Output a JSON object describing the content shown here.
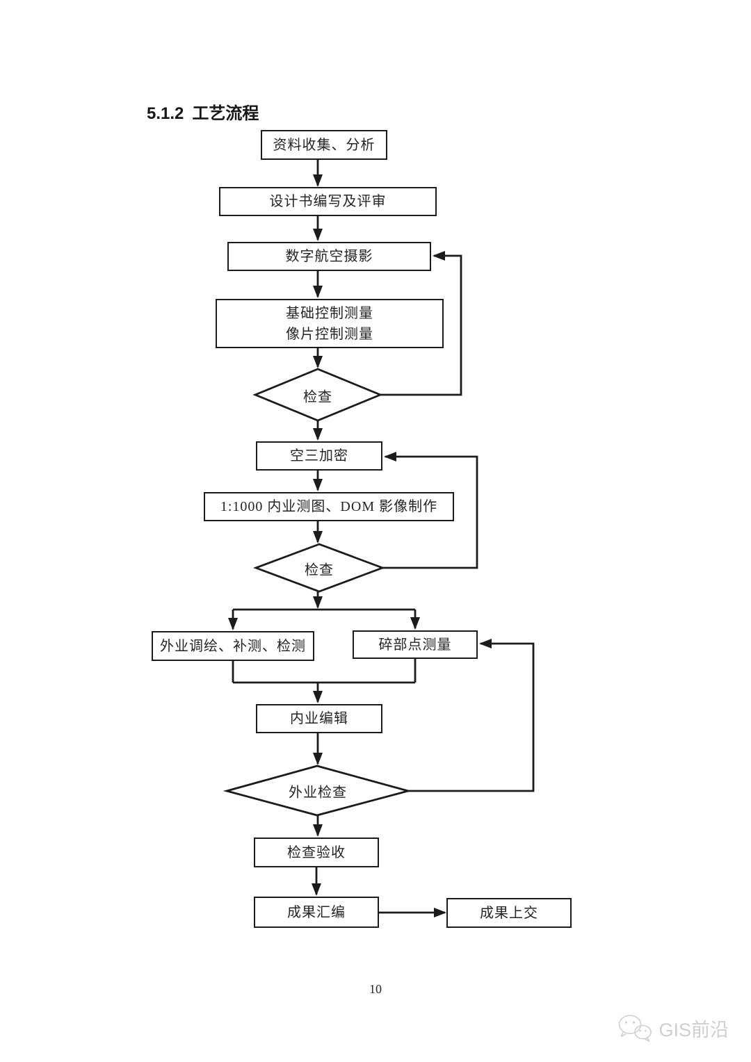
{
  "page": {
    "section_number": "5.1.2",
    "section_title": "工艺流程",
    "page_number": "10"
  },
  "watermark": {
    "icon": "wechat-icon",
    "brand": "GIS前沿"
  },
  "flowchart": {
    "line_color": "#1b1b1b",
    "node_fill": "#ffffff",
    "nodes": [
      {
        "id": "collect",
        "type": "process",
        "label": "资料收集、分析"
      },
      {
        "id": "design",
        "type": "process",
        "label": "设计书编写及评审"
      },
      {
        "id": "aerial",
        "type": "process",
        "label": "数字航空摄影"
      },
      {
        "id": "control",
        "type": "process",
        "label": "基础控制测量\n像片控制测量"
      },
      {
        "id": "check1",
        "type": "decision",
        "label": "检查"
      },
      {
        "id": "triangulation",
        "type": "process",
        "label": "空三加密"
      },
      {
        "id": "mapping",
        "type": "process",
        "label": "1:1000 内业测图、DOM 影像制作"
      },
      {
        "id": "check2",
        "type": "decision",
        "label": "检查"
      },
      {
        "id": "field-survey",
        "type": "process",
        "label": "外业调绘、补测、检测"
      },
      {
        "id": "detail-points",
        "type": "process",
        "label": "碎部点测量"
      },
      {
        "id": "indoor-edit",
        "type": "process",
        "label": "内业编辑"
      },
      {
        "id": "field-check",
        "type": "decision",
        "label": "外业检查"
      },
      {
        "id": "acceptance",
        "type": "process",
        "label": "检查验收"
      },
      {
        "id": "compile",
        "type": "process",
        "label": "成果汇编"
      },
      {
        "id": "submit",
        "type": "process",
        "label": "成果上交"
      }
    ],
    "edges": [
      {
        "from": "collect",
        "to": "design",
        "type": "forward"
      },
      {
        "from": "design",
        "to": "aerial",
        "type": "forward"
      },
      {
        "from": "aerial",
        "to": "control",
        "type": "forward"
      },
      {
        "from": "control",
        "to": "check1",
        "type": "forward"
      },
      {
        "from": "check1",
        "to": "aerial",
        "type": "feedback"
      },
      {
        "from": "check1",
        "to": "triangulation",
        "type": "forward"
      },
      {
        "from": "triangulation",
        "to": "mapping",
        "type": "forward"
      },
      {
        "from": "mapping",
        "to": "check2",
        "type": "forward"
      },
      {
        "from": "check2",
        "to": "triangulation",
        "type": "feedback"
      },
      {
        "from": "check2",
        "to": "field-survey",
        "type": "forward"
      },
      {
        "from": "check2",
        "to": "detail-points",
        "type": "forward"
      },
      {
        "from": "field-survey",
        "to": "indoor-edit",
        "type": "forward"
      },
      {
        "from": "detail-points",
        "to": "indoor-edit",
        "type": "forward"
      },
      {
        "from": "indoor-edit",
        "to": "field-check",
        "type": "forward"
      },
      {
        "from": "field-check",
        "to": "detail-points",
        "type": "feedback"
      },
      {
        "from": "field-check",
        "to": "acceptance",
        "type": "forward"
      },
      {
        "from": "acceptance",
        "to": "compile",
        "type": "forward"
      },
      {
        "from": "compile",
        "to": "submit",
        "type": "forward"
      }
    ]
  }
}
